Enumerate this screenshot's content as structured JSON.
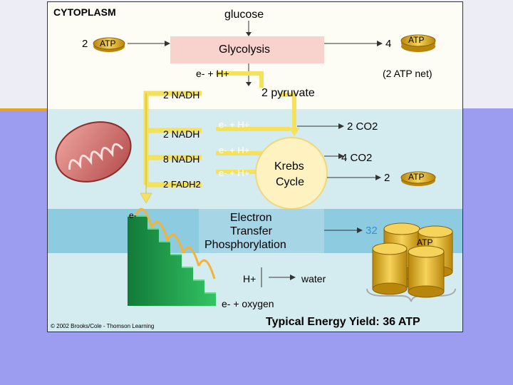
{
  "regions": {
    "cytoplasm_label": "CYTOPLASM"
  },
  "glycolysis": {
    "input": "glucose",
    "stage_label": "Glycolysis",
    "atp_in_count": "2",
    "atp_in_label": "ATP",
    "atp_out_count": "4",
    "atp_out_label": "ATP",
    "net_label": "(2 ATP net)",
    "electron_label": "e- + H+",
    "nadh_label": "2 NADH",
    "product_label": "2 pyruvate"
  },
  "transition": {
    "nadh_label": "2 NADH",
    "electron_label": "e- + H+",
    "co2_label": "2 CO2"
  },
  "krebs": {
    "stage_label_line1": "Krebs",
    "stage_label_line2": "Cycle",
    "nadh_label": "8 NADH",
    "fadh_label": "2 FADH2",
    "electron_label_1": "e- + H+",
    "electron_label_2": "e- + H+",
    "co2_label": "4 CO2",
    "atp_count": "2",
    "atp_label": "ATP"
  },
  "etp": {
    "stage_label_line1": "Electron",
    "stage_label_line2": "Transfer",
    "stage_label_line3": "Phosphorylation",
    "electron_label": "e-",
    "atp_count": "32",
    "atp_label": "ATP",
    "proton_label": "H+",
    "water_label": "water",
    "oxygen_label": "e- + oxygen"
  },
  "footer": {
    "yield_label": "Typical Energy Yield: 36 ATP",
    "copyright": "© 2002 Brooks/Cole - Thomson Learning"
  },
  "colors": {
    "cytoplasm_bg": "#fdfcf5",
    "mito_bg": "#d4ecf0",
    "etp_band": "#8ccbe0",
    "glycolysis_box": "#f8d2cc",
    "arrow_yellow": "#f5e15a",
    "stairs_green": "#1f9a4a",
    "coin_gold": "#e8b52a"
  }
}
